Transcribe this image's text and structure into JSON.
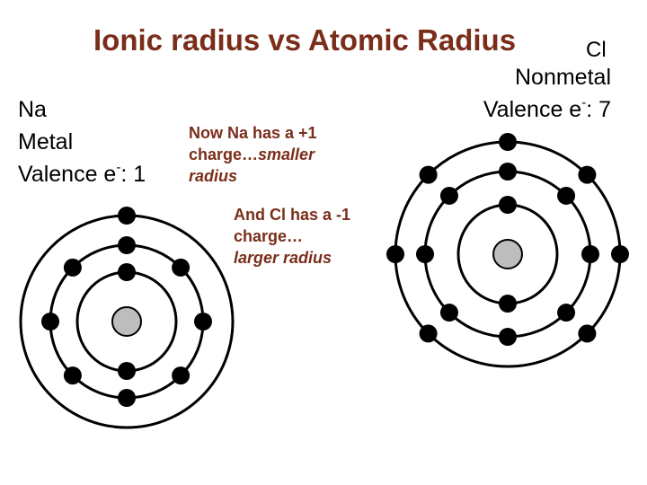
{
  "title": "Ionic radius vs Atomic Radius",
  "chlorine": {
    "symbol": "Cl",
    "type": "Nonmetal",
    "valence_prefix": "Valence e",
    "valence_superscript": "-",
    "valence_suffix": ": 7"
  },
  "sodium": {
    "symbol": "Na",
    "type": "Metal",
    "valence_prefix": "Valence e",
    "valence_superscript": "-",
    "valence_suffix": ": 1"
  },
  "note_sodium": {
    "line1": "Now Na has a +1",
    "line2_prefix": "charge…",
    "line2_emphasis": "smaller",
    "line3_emphasis": "radius"
  },
  "note_chlorine": {
    "line1": "And Cl has a -1",
    "line2": "charge…",
    "line3_emphasis": "larger radius"
  },
  "colors": {
    "title": "#7a2e1a",
    "notes": "#7a2e1a",
    "nucleus": "#bdbdbd",
    "electron": "#000000",
    "shell": "#000000"
  },
  "atoms": {
    "sodium": {
      "shell_electrons": [
        2,
        8,
        1
      ]
    },
    "chlorine": {
      "shell_electrons": [
        2,
        8,
        7
      ]
    }
  }
}
